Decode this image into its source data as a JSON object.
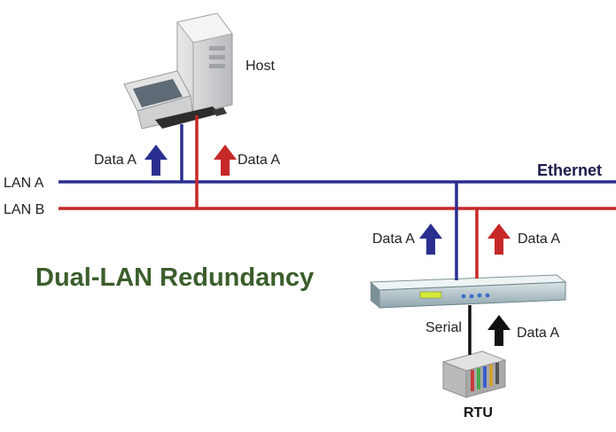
{
  "title": "Dual-LAN Redundancy",
  "network_label": "Ethernet",
  "lan_a_label": "LAN A",
  "lan_b_label": "LAN B",
  "host_label": "Host",
  "rtu_label": "RTU",
  "serial_label": "Serial",
  "data_labels": {
    "host_lan_a": "Data A",
    "host_lan_b": "Data A",
    "server_lan_a": "Data A",
    "server_lan_b": "Data A",
    "serial": "Data A"
  },
  "colors": {
    "lan_a": "#2a2f8f",
    "lan_b": "#c62828",
    "serial": "#111111",
    "title": "#3b5e2b"
  },
  "icons": [
    "host-computer-icon",
    "device-server-icon",
    "rtu-device-icon"
  ]
}
